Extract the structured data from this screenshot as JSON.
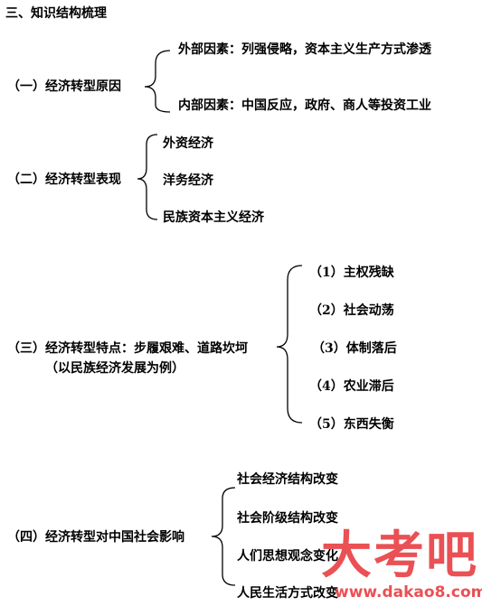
{
  "heading": "三、知识结构梳理",
  "sections": [
    {
      "label": "（一）经济转型原因",
      "items": [
        "外部因素：列强侵略，资本主义生产方式渗透",
        "内部因素：中国反应，政府、商人等投资工业"
      ]
    },
    {
      "label": "（二）经济转型表现",
      "items": [
        "外资经济",
        "洋务经济",
        "民族资本主义经济"
      ]
    },
    {
      "label": "（三）经济转型特点：步履艰难、道路坎坷",
      "sublabel": "（以民族经济发展为例）",
      "items": [
        "（1）主权残缺",
        "（2）社会动荡",
        "（3）体制落后",
        "（4）农业滞后",
        "（5）东西失衡"
      ]
    },
    {
      "label": "（四）经济转型对中国社会影响",
      "items": [
        "社会经济结构改变",
        "社会阶级结构改变",
        "人们思想观念变化",
        "人民生活方式改变"
      ]
    }
  ],
  "watermark": {
    "logo_text": "大考吧",
    "url": "www.dakao8.com",
    "color": "#e8383d"
  }
}
